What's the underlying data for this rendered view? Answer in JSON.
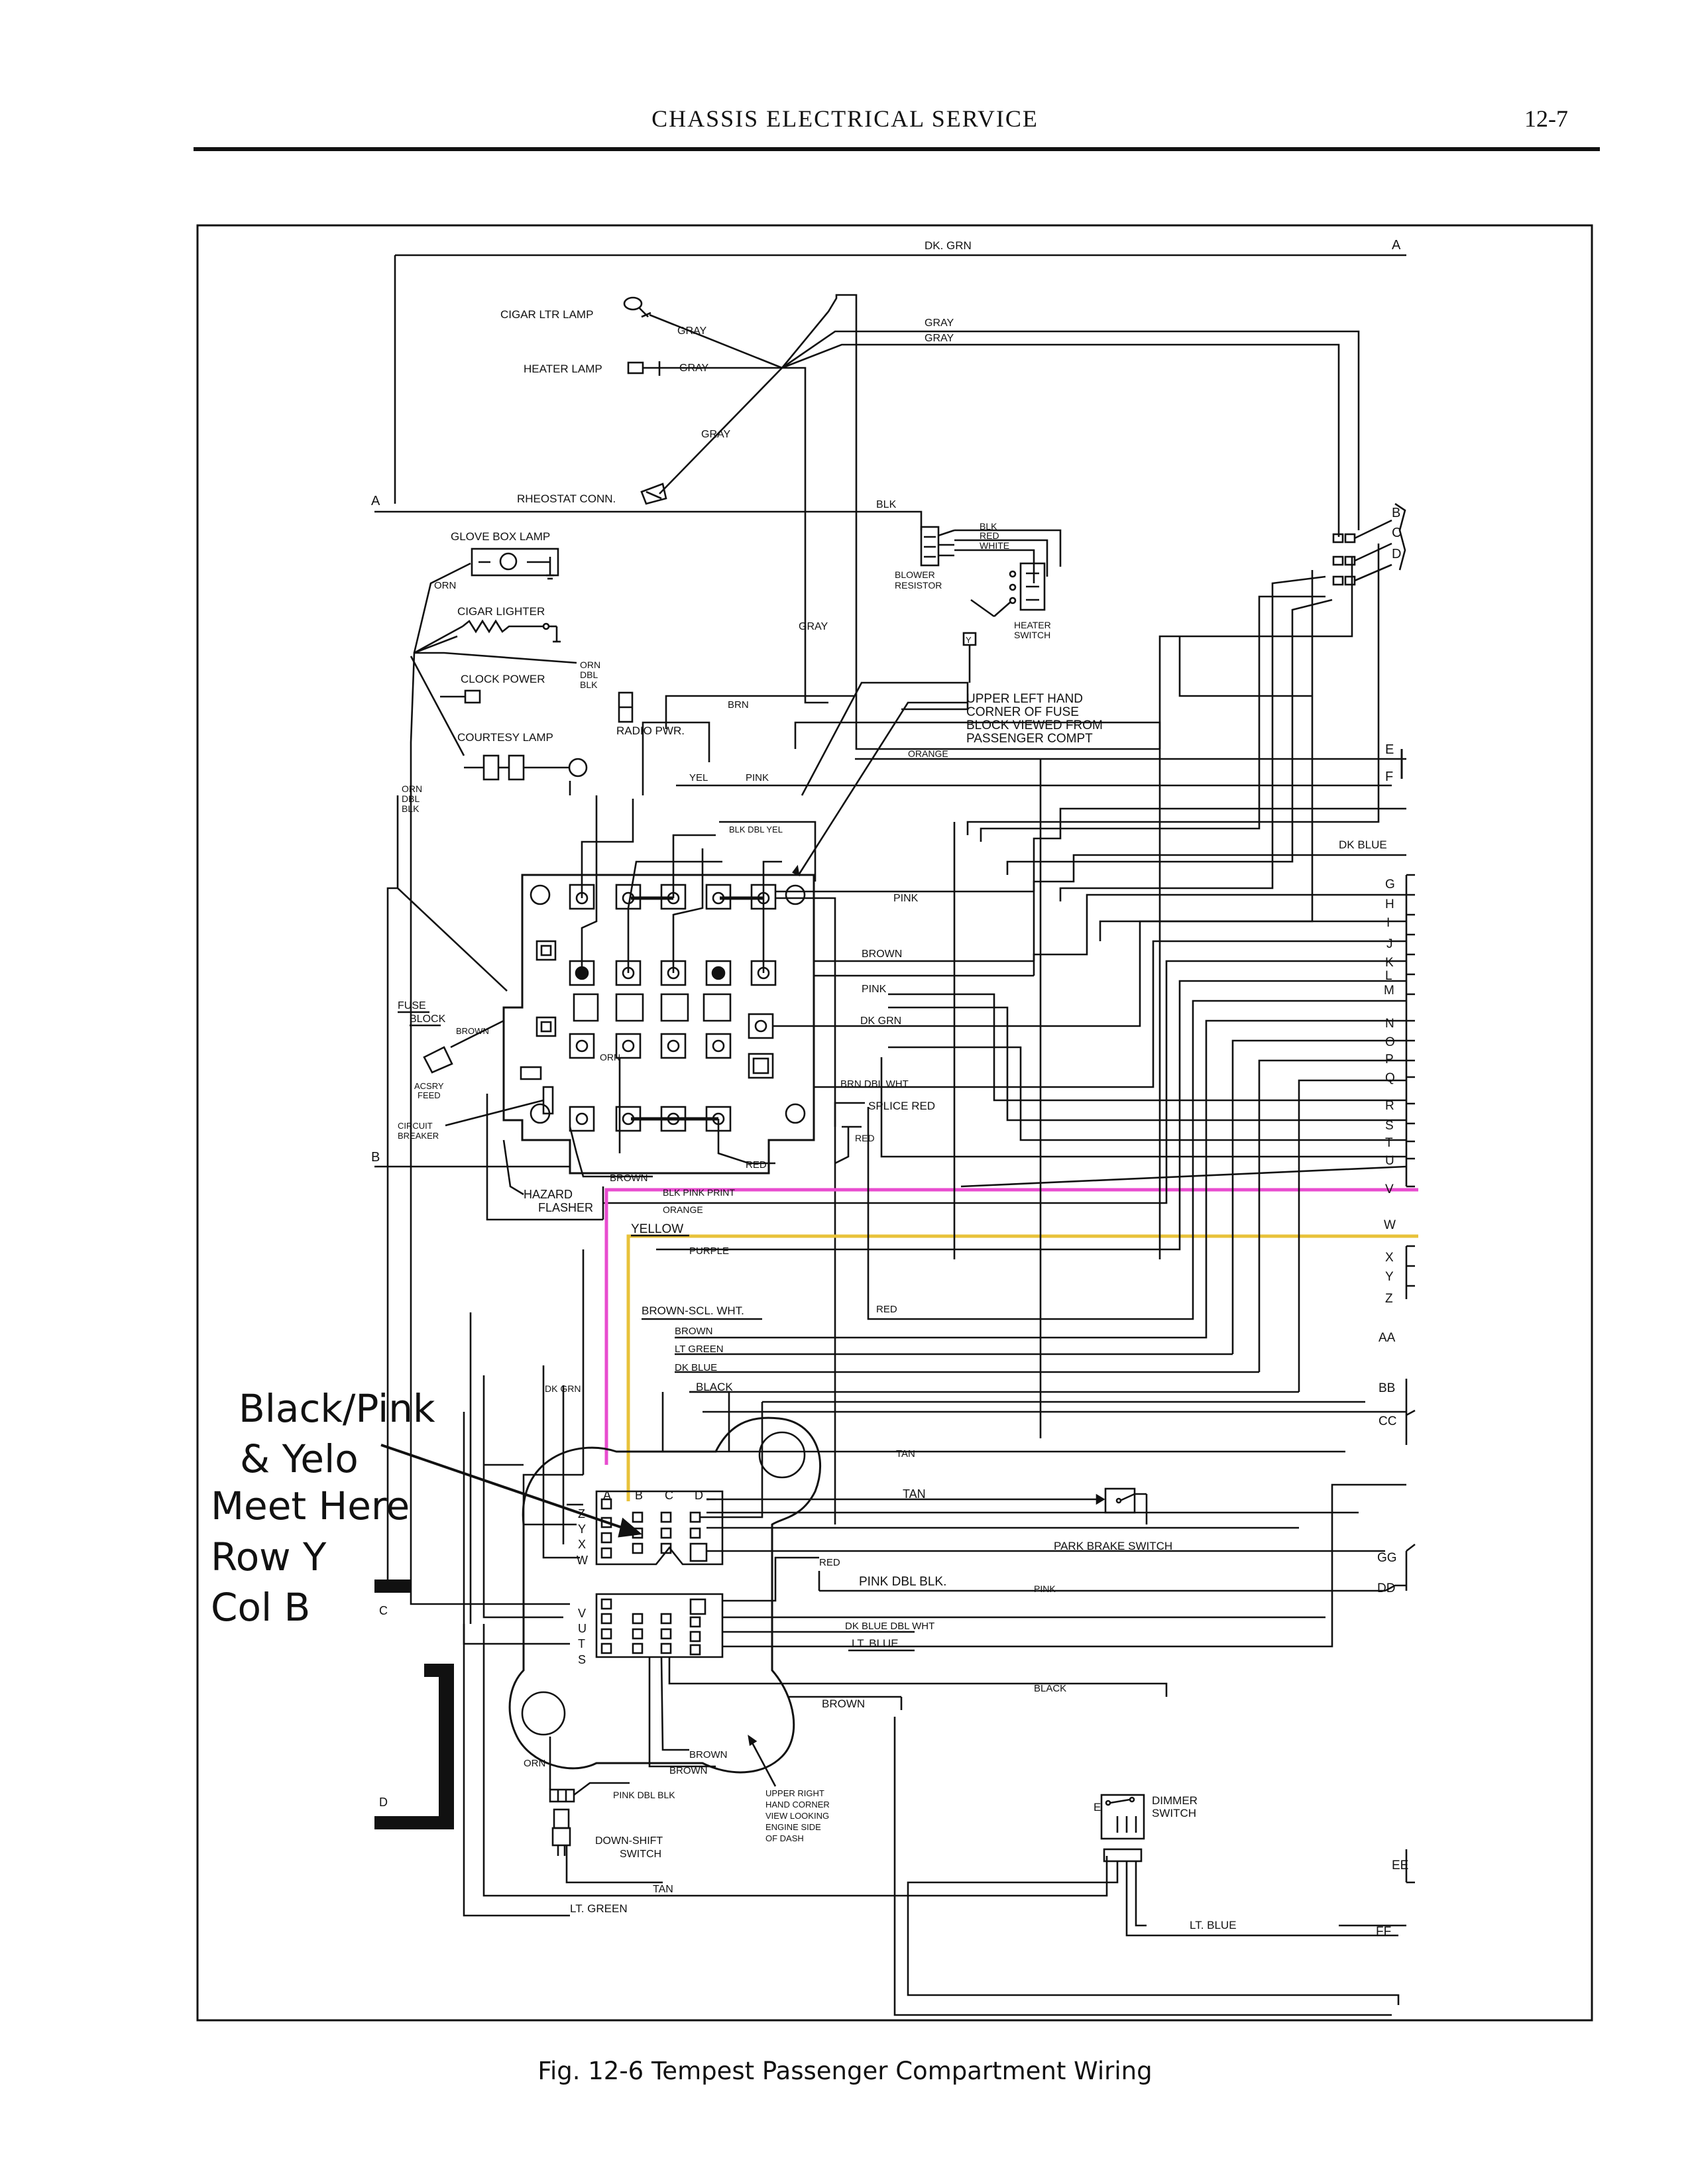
{
  "header": {
    "title": "CHASSIS ELECTRICAL SERVICE",
    "page_number": "12-7"
  },
  "caption": "Fig. 12-6 Tempest Passenger Compartment Wiring",
  "annotation": {
    "lines": [
      "Black/Pink",
      "& Yelo",
      "Meet Here",
      "Row Y",
      "Col B"
    ]
  },
  "colors": {
    "ink": "#111111",
    "highlight_pink": "#e84ccf",
    "highlight_yellow": "#e8c23a"
  },
  "components": {
    "cigar_ltr_lamp": "CIGAR LTR LAMP",
    "heater_lamp": "HEATER LAMP",
    "rheostat_conn": "RHEOSTAT CONN.",
    "glove_box_lamp": "GLOVE BOX LAMP",
    "cigar_lighter": "CIGAR LIGHTER",
    "clock_power": "CLOCK POWER",
    "courtesy_lamp": "COURTESY LAMP",
    "radio_pwr": "RADIO PWR.",
    "blower_resistor": [
      "BLOWER",
      "RESISTOR"
    ],
    "heater_switch": [
      "HEATER",
      "SWITCH"
    ],
    "fuse_block_note": [
      "UPPER LEFT HAND",
      "CORNER OF FUSE",
      "BLOCK VIEWED FROM",
      "PASSENGER COMPT"
    ],
    "fuse_block": [
      "FUSE",
      "BLOCK"
    ],
    "acsry_feed": [
      "ACSRY",
      "FEED"
    ],
    "circuit_breaker": [
      "CIRCUIT",
      "BREAKER"
    ],
    "hazard_flasher": [
      "HAZARD",
      "FLASHER"
    ],
    "splice_red": "SPLICE RED",
    "park_brake_switch": "PARK BRAKE SWITCH",
    "down_shift_switch": [
      "DOWN-SHIFT",
      "SWITCH"
    ],
    "upper_right_note": [
      "UPPER RIGHT",
      "HAND CORNER",
      "VIEW LOOKING",
      "ENGINE SIDE",
      "OF DASH"
    ],
    "dimmer_switch": [
      "DIMMER",
      "SWITCH"
    ]
  },
  "wires": {
    "dk_grn_top": "DK. GRN",
    "gray": "GRAY",
    "blk": "BLK",
    "blk_red_white": [
      "BLK",
      "RED",
      "WHITE"
    ],
    "orn": "ORN",
    "orn_dbl_blk": [
      "ORN",
      "DBL",
      "BLK"
    ],
    "brn": "BRN",
    "yel": "YEL",
    "pink": "PINK",
    "orange": "ORANGE",
    "blk_dbl_yel": "BLK DBL YEL",
    "dk_blue": "DK BLUE",
    "brown": "BROWN",
    "dk_grn": "DK GRN",
    "brn_dbl_wht": "BRN DBL WHT",
    "red": "RED",
    "blk_pink_print": "BLK PINK PRINT",
    "yellow": "YELLOW",
    "purple": "PURPLE",
    "brown_scl_wht": "BROWN-SCL. WHT.",
    "lt_green": "LT GREEN",
    "black": "BLACK",
    "dk_grn_vertical": "DK GRN",
    "tan": "TAN",
    "pink_dbl_blk": "PINK DBL BLK.",
    "dk_blue_dbl_wht": "DK BLUE DBL WHT",
    "lt_blue": "LT. BLUE",
    "lt_green2": "LT. GREEN",
    "pink_dbl_blk2": "PINK DBL BLK"
  },
  "edge_labels": {
    "right": [
      "A",
      "B",
      "C",
      "D",
      "E",
      "F",
      "G",
      "H",
      "I",
      "J",
      "K",
      "L",
      "M",
      "N",
      "O",
      "P",
      "Q",
      "R",
      "S",
      "T",
      "U",
      "V",
      "W",
      "X",
      "Y",
      "Z",
      "AA",
      "BB",
      "CC",
      "GG",
      "DD",
      "EE",
      "FF"
    ],
    "left": [
      "A",
      "B",
      "C",
      "D"
    ]
  },
  "connector_top": {
    "cols": [
      "A",
      "B",
      "C",
      "D"
    ],
    "rows": [
      "Z",
      "Y",
      "X",
      "W"
    ]
  },
  "connector_bottom": {
    "rows": [
      "V",
      "U",
      "T",
      "S"
    ]
  }
}
